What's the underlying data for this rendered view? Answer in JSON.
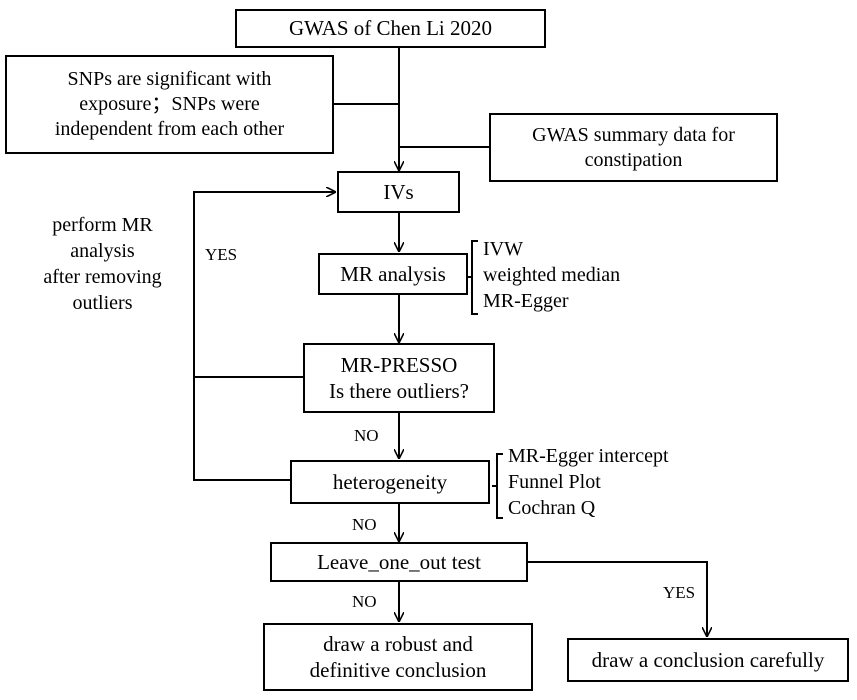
{
  "nodes": {
    "gwas_chen": "GWAS of Chen Li 2020",
    "snp_criteria": [
      "SNPs are significant with",
      "exposure；SNPs were",
      "independent from each other"
    ],
    "gwas_summary": [
      "GWAS summary data for",
      "constipation"
    ],
    "ivs": "IVs",
    "mr_analysis": "MR analysis",
    "mr_presso": [
      "MR-PRESSO",
      "Is there outliers?"
    ],
    "heterogeneity": "heterogeneity",
    "leave_one_out": "Leave_one_out test",
    "robust_conclusion": [
      "draw a robust and",
      "definitive conclusion"
    ],
    "careful_conclusion": "draw a conclusion carefully"
  },
  "side_notes": {
    "mr_methods": [
      "IVW",
      "weighted median",
      "MR-Egger"
    ],
    "sensitivity_methods": [
      "MR-Egger intercept",
      "Funnel Plot",
      "Cochran Q"
    ],
    "rerun_note": [
      "perform MR",
      "analysis",
      "after removing",
      "outliers"
    ]
  },
  "edge_labels": {
    "yes_loop": "YES",
    "no_presso": "NO",
    "no_heterogeneity": "NO",
    "no_leave": "NO",
    "yes_leave": "YES"
  }
}
